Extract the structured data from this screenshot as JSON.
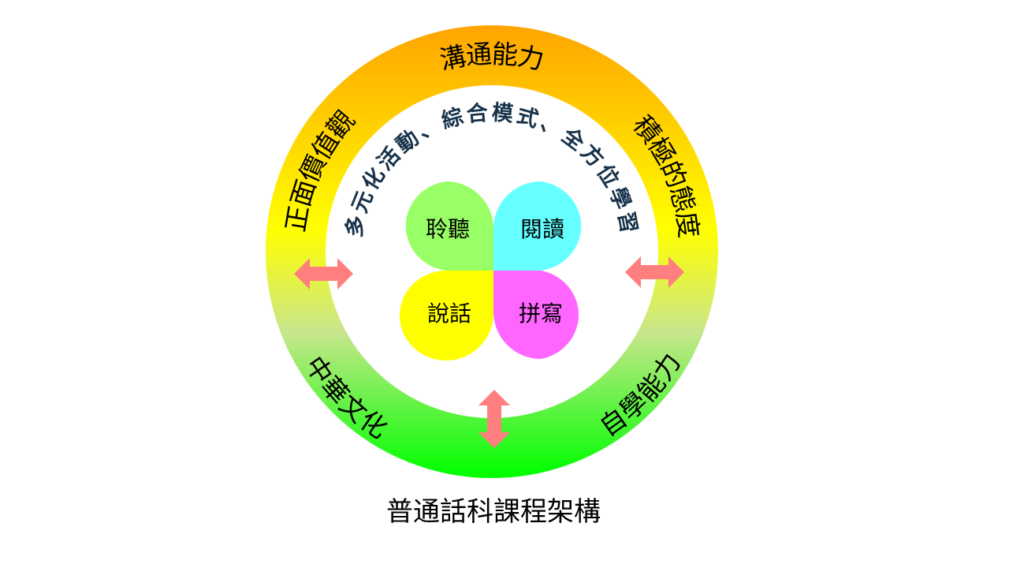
{
  "title": "普通話科課程架構",
  "ring": {
    "top": "溝通能力",
    "upper_left": "正面價值觀",
    "upper_right": "積極的態度",
    "lower_left": "中華文化",
    "lower_right": "自學能力"
  },
  "inner_arc": "多元化活動、綜合模式、全方位學習",
  "leaves": [
    {
      "label": "聆聽",
      "color": "#99FF66"
    },
    {
      "label": "閱讀",
      "color": "#66FFFF"
    },
    {
      "label": "說話",
      "color": "#FFFF00"
    },
    {
      "label": "拼寫",
      "color": "#FF66FF"
    }
  ],
  "colors": {
    "ring_top": "#FFA500",
    "ring_mid": "#FFFF00",
    "ring_lower": "#C8E68C",
    "ring_bottom": "#00FF00",
    "arrow": "#FF7F7F"
  }
}
